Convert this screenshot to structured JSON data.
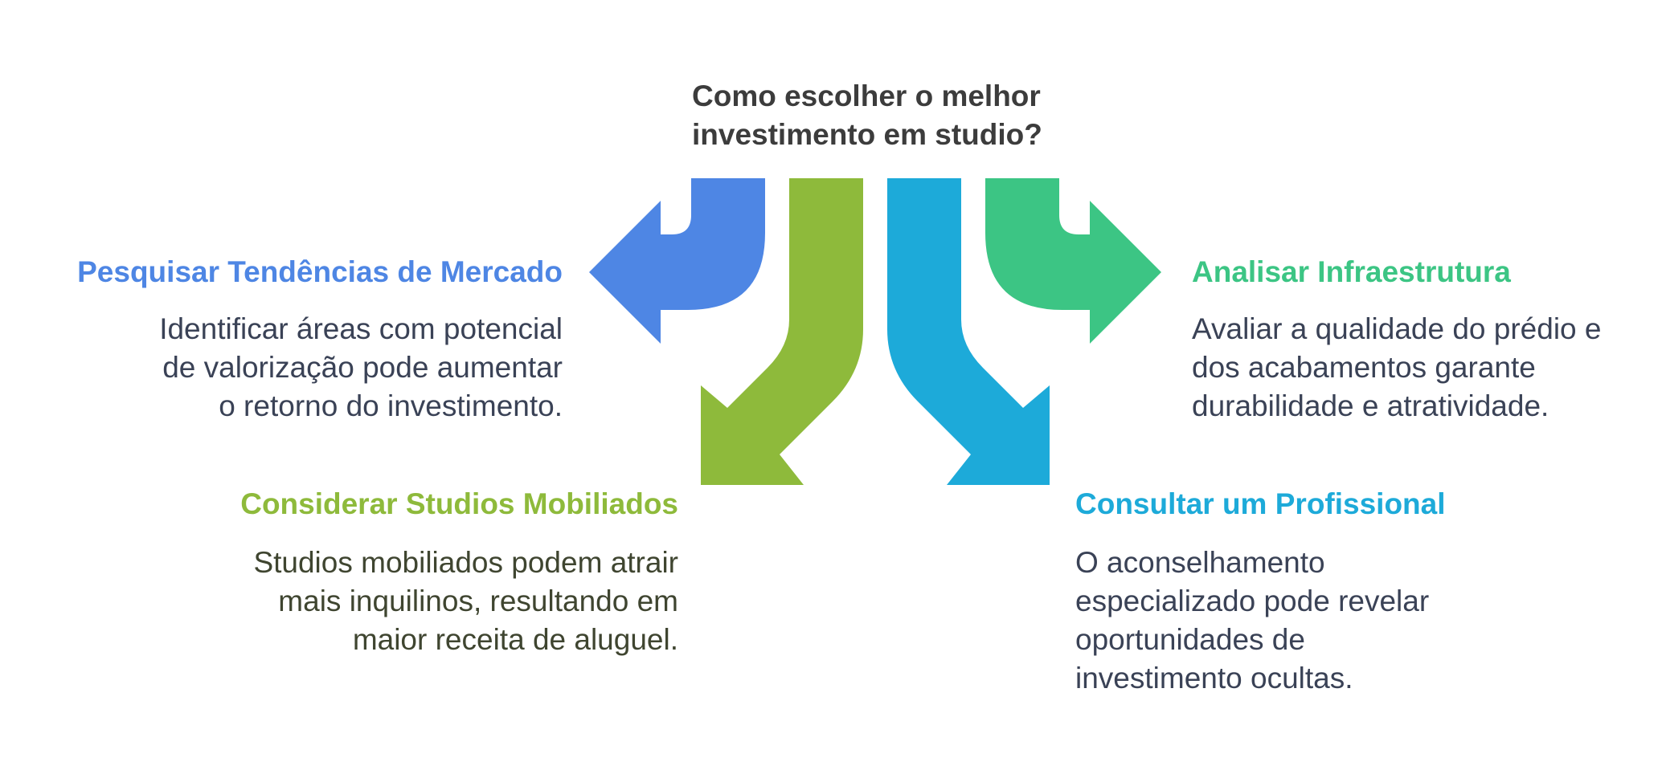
{
  "title": "Como escolher o melhor investimento em studio?",
  "colors": {
    "blue": "#4E86E4",
    "green": "#8EBA3B",
    "cyan": "#1DAAD9",
    "teal": "#3CC584",
    "title": "#3C3C3C",
    "text_dark": "#3A4256",
    "text_olive": "#3F4530"
  },
  "items": {
    "research": {
      "heading": "Pesquisar Tendências de Mercado",
      "description": "Identificar áreas com potencial de valorização pode aumentar o retorno do investimento."
    },
    "furnished": {
      "heading": "Considerar Studios Mobiliados",
      "description": "Studios mobiliados podem atrair mais inquilinos, resultando em maior receita de aluguel."
    },
    "professional": {
      "heading": "Consultar um Profissional",
      "description": "O aconselhamento especializado pode revelar oportunidades de investimento ocultas."
    },
    "infrastructure": {
      "heading": "Analisar Infraestrutura",
      "description": "Avaliar a qualidade do prédio e dos acabamentos garante durabilidade e atratividade."
    }
  }
}
